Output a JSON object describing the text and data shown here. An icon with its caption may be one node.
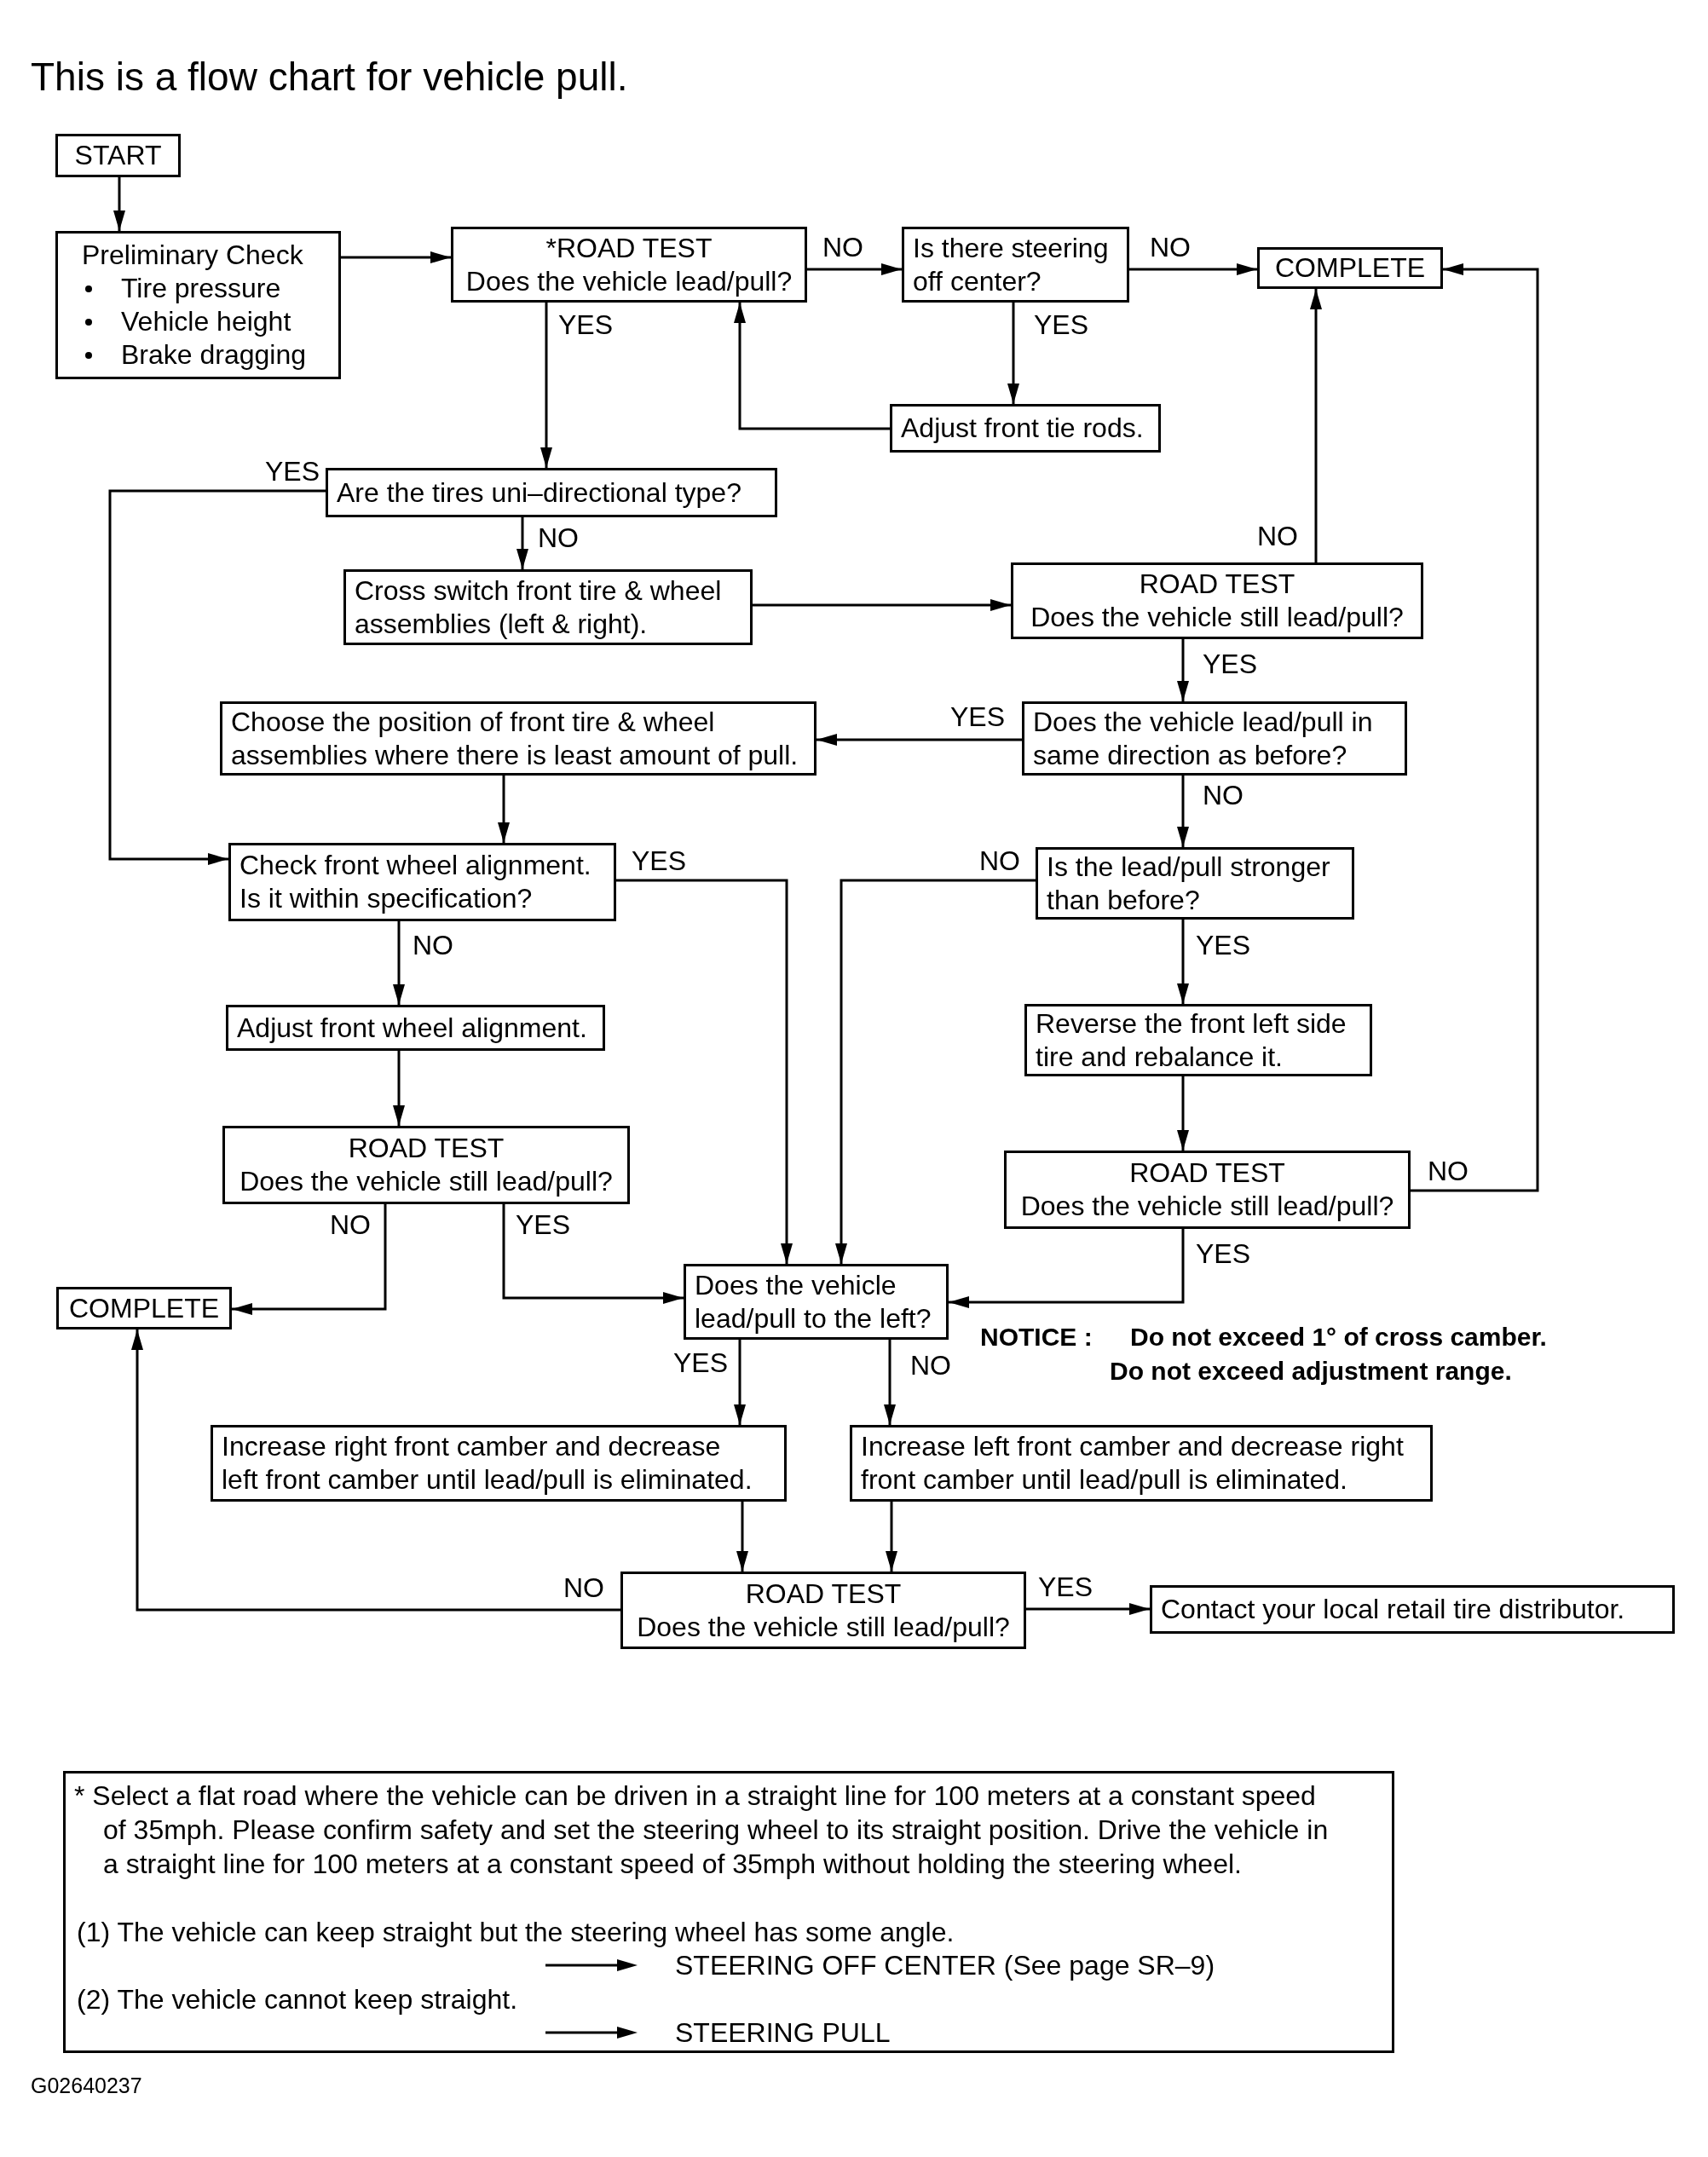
{
  "diagram": {
    "title": "This is a flow chart for vehicle pull.",
    "nodes": [
      {
        "text": [
          "START"
        ]
      },
      {
        "text": [
          "Preliminary Check",
          "Tire pressure",
          "Vehicle height",
          "Brake dragging"
        ]
      },
      {
        "text": [
          "*ROAD TEST",
          "Does the vehicle lead/pull?"
        ]
      },
      {
        "text": [
          "Is there steering off center?"
        ]
      },
      {
        "text": [
          "COMPLETE"
        ]
      },
      {
        "text": [
          "Adjust front tie rods."
        ]
      },
      {
        "text": [
          "Are the tires uni–directional type?"
        ]
      },
      {
        "text": [
          "Cross switch front tire & wheel assemblies (left & right)."
        ]
      },
      {
        "text": [
          "ROAD TEST",
          "Does the vehicle still lead/pull?"
        ]
      },
      {
        "text": [
          "Choose the position of front tire & wheel assemblies where there is least amount of pull."
        ]
      },
      {
        "text": [
          "Does the vehicle lead/pull in same direction as before?"
        ]
      },
      {
        "text": [
          "Check front wheel alignment. Is it within specification?"
        ]
      },
      {
        "text": [
          "Is the lead/pull stronger than before?"
        ]
      },
      {
        "text": [
          "Adjust front wheel alignment."
        ]
      },
      {
        "text": [
          "Reverse the front left side tire and rebalance it."
        ]
      },
      {
        "text": [
          "ROAD TEST",
          "Does the vehicle still lead/pull?"
        ]
      },
      {
        "text": [
          "ROAD TEST",
          "Does the vehicle still lead/pull?"
        ]
      },
      {
        "text": [
          "COMPLETE"
        ]
      },
      {
        "text": [
          "Does the vehicle lead/pull to the left?"
        ]
      },
      {
        "text": [
          "Increase right front camber and decrease left front camber until lead/pull is eliminated."
        ]
      },
      {
        "text": [
          "Increase left front camber and decrease right front camber until lead/pull is eliminated."
        ]
      },
      {
        "text": [
          "ROAD TEST",
          "Does the vehicle still lead/pull?"
        ]
      },
      {
        "text": [
          "Contact your local retail tire distributor."
        ]
      },
      {
        "text": [
          "* Select a flat road where the vehicle can be driven in a straight line for 100 meters at a constant speed of 35mph. Please confirm safety and set the steering wheel to its straight position. Drive the vehicle in a straight line for 100 meters at a constant speed of 35mph without holding the steering wheel.",
          "(1) The vehicle can keep straight but the steering wheel has some angle.",
          "STEERING OFF CENTER (See page SR–9)",
          "(2) The vehicle cannot keep straight.",
          "STEERING PULL"
        ]
      }
    ],
    "edges": [
      {
        "from": 0,
        "to": 1,
        "arrow": "to"
      },
      {
        "from": 1,
        "to": 2,
        "arrow": "to"
      },
      {
        "from": 2,
        "to": 3,
        "arrow": "to",
        "label": "NO"
      },
      {
        "from": 3,
        "to": 4,
        "arrow": "to",
        "label": "NO"
      },
      {
        "from": 3,
        "to": 5,
        "arrow": "to",
        "label": "YES"
      },
      {
        "from": 5,
        "to": 2,
        "arrow": "to"
      },
      {
        "from": 2,
        "to": 6,
        "arrow": "to",
        "label": "YES"
      },
      {
        "from": 6,
        "to": 11,
        "arrow": "to",
        "label": "YES"
      },
      {
        "from": 6,
        "to": 7,
        "arrow": "to",
        "label": "NO"
      },
      {
        "from": 7,
        "to": 8,
        "arrow": "to"
      },
      {
        "from": 8,
        "to": 4,
        "arrow": "to",
        "label": "NO"
      },
      {
        "from": 8,
        "to": 10,
        "arrow": "to",
        "label": "YES"
      },
      {
        "from": 10,
        "to": 9,
        "arrow": "to",
        "label": "YES"
      },
      {
        "from": 10,
        "to": 12,
        "arrow": "to",
        "label": "NO"
      },
      {
        "from": 9,
        "to": 11,
        "arrow": "to"
      },
      {
        "from": 11,
        "to": 13,
        "arrow": "to",
        "label": "NO"
      },
      {
        "from": 11,
        "to": 18,
        "arrow": "to",
        "label": "YES"
      },
      {
        "from": 12,
        "to": 18,
        "arrow": "to",
        "label": "NO"
      },
      {
        "from": 12,
        "to": 14,
        "arrow": "to",
        "label": "YES"
      },
      {
        "from": 14,
        "to": 16,
        "arrow": "to"
      },
      {
        "from": 16,
        "to": 4,
        "arrow": "to",
        "label": "NO"
      },
      {
        "from": 16,
        "to": 18,
        "arrow": "to",
        "label": "YES"
      },
      {
        "from": 13,
        "to": 15,
        "arrow": "to"
      },
      {
        "from": 15,
        "to": 17,
        "arrow": "to",
        "label": "NO"
      },
      {
        "from": 15,
        "to": 18,
        "arrow": "to",
        "label": "YES"
      },
      {
        "from": 18,
        "to": 19,
        "arrow": "to",
        "label": "YES"
      },
      {
        "from": 18,
        "to": 20,
        "arrow": "to",
        "label": "NO"
      },
      {
        "from": 19,
        "to": 21,
        "arrow": "to"
      },
      {
        "from": 20,
        "to": 21,
        "arrow": "to"
      },
      {
        "from": 21,
        "to": 17,
        "arrow": "to",
        "label": "NO"
      },
      {
        "from": 21,
        "to": 22,
        "arrow": "to",
        "label": "YES"
      }
    ],
    "labels": [
      "NOTICE :",
      "Do not exceed 1° of cross camber.",
      "Do not exceed adjustment range.",
      "G02640237"
    ]
  }
}
